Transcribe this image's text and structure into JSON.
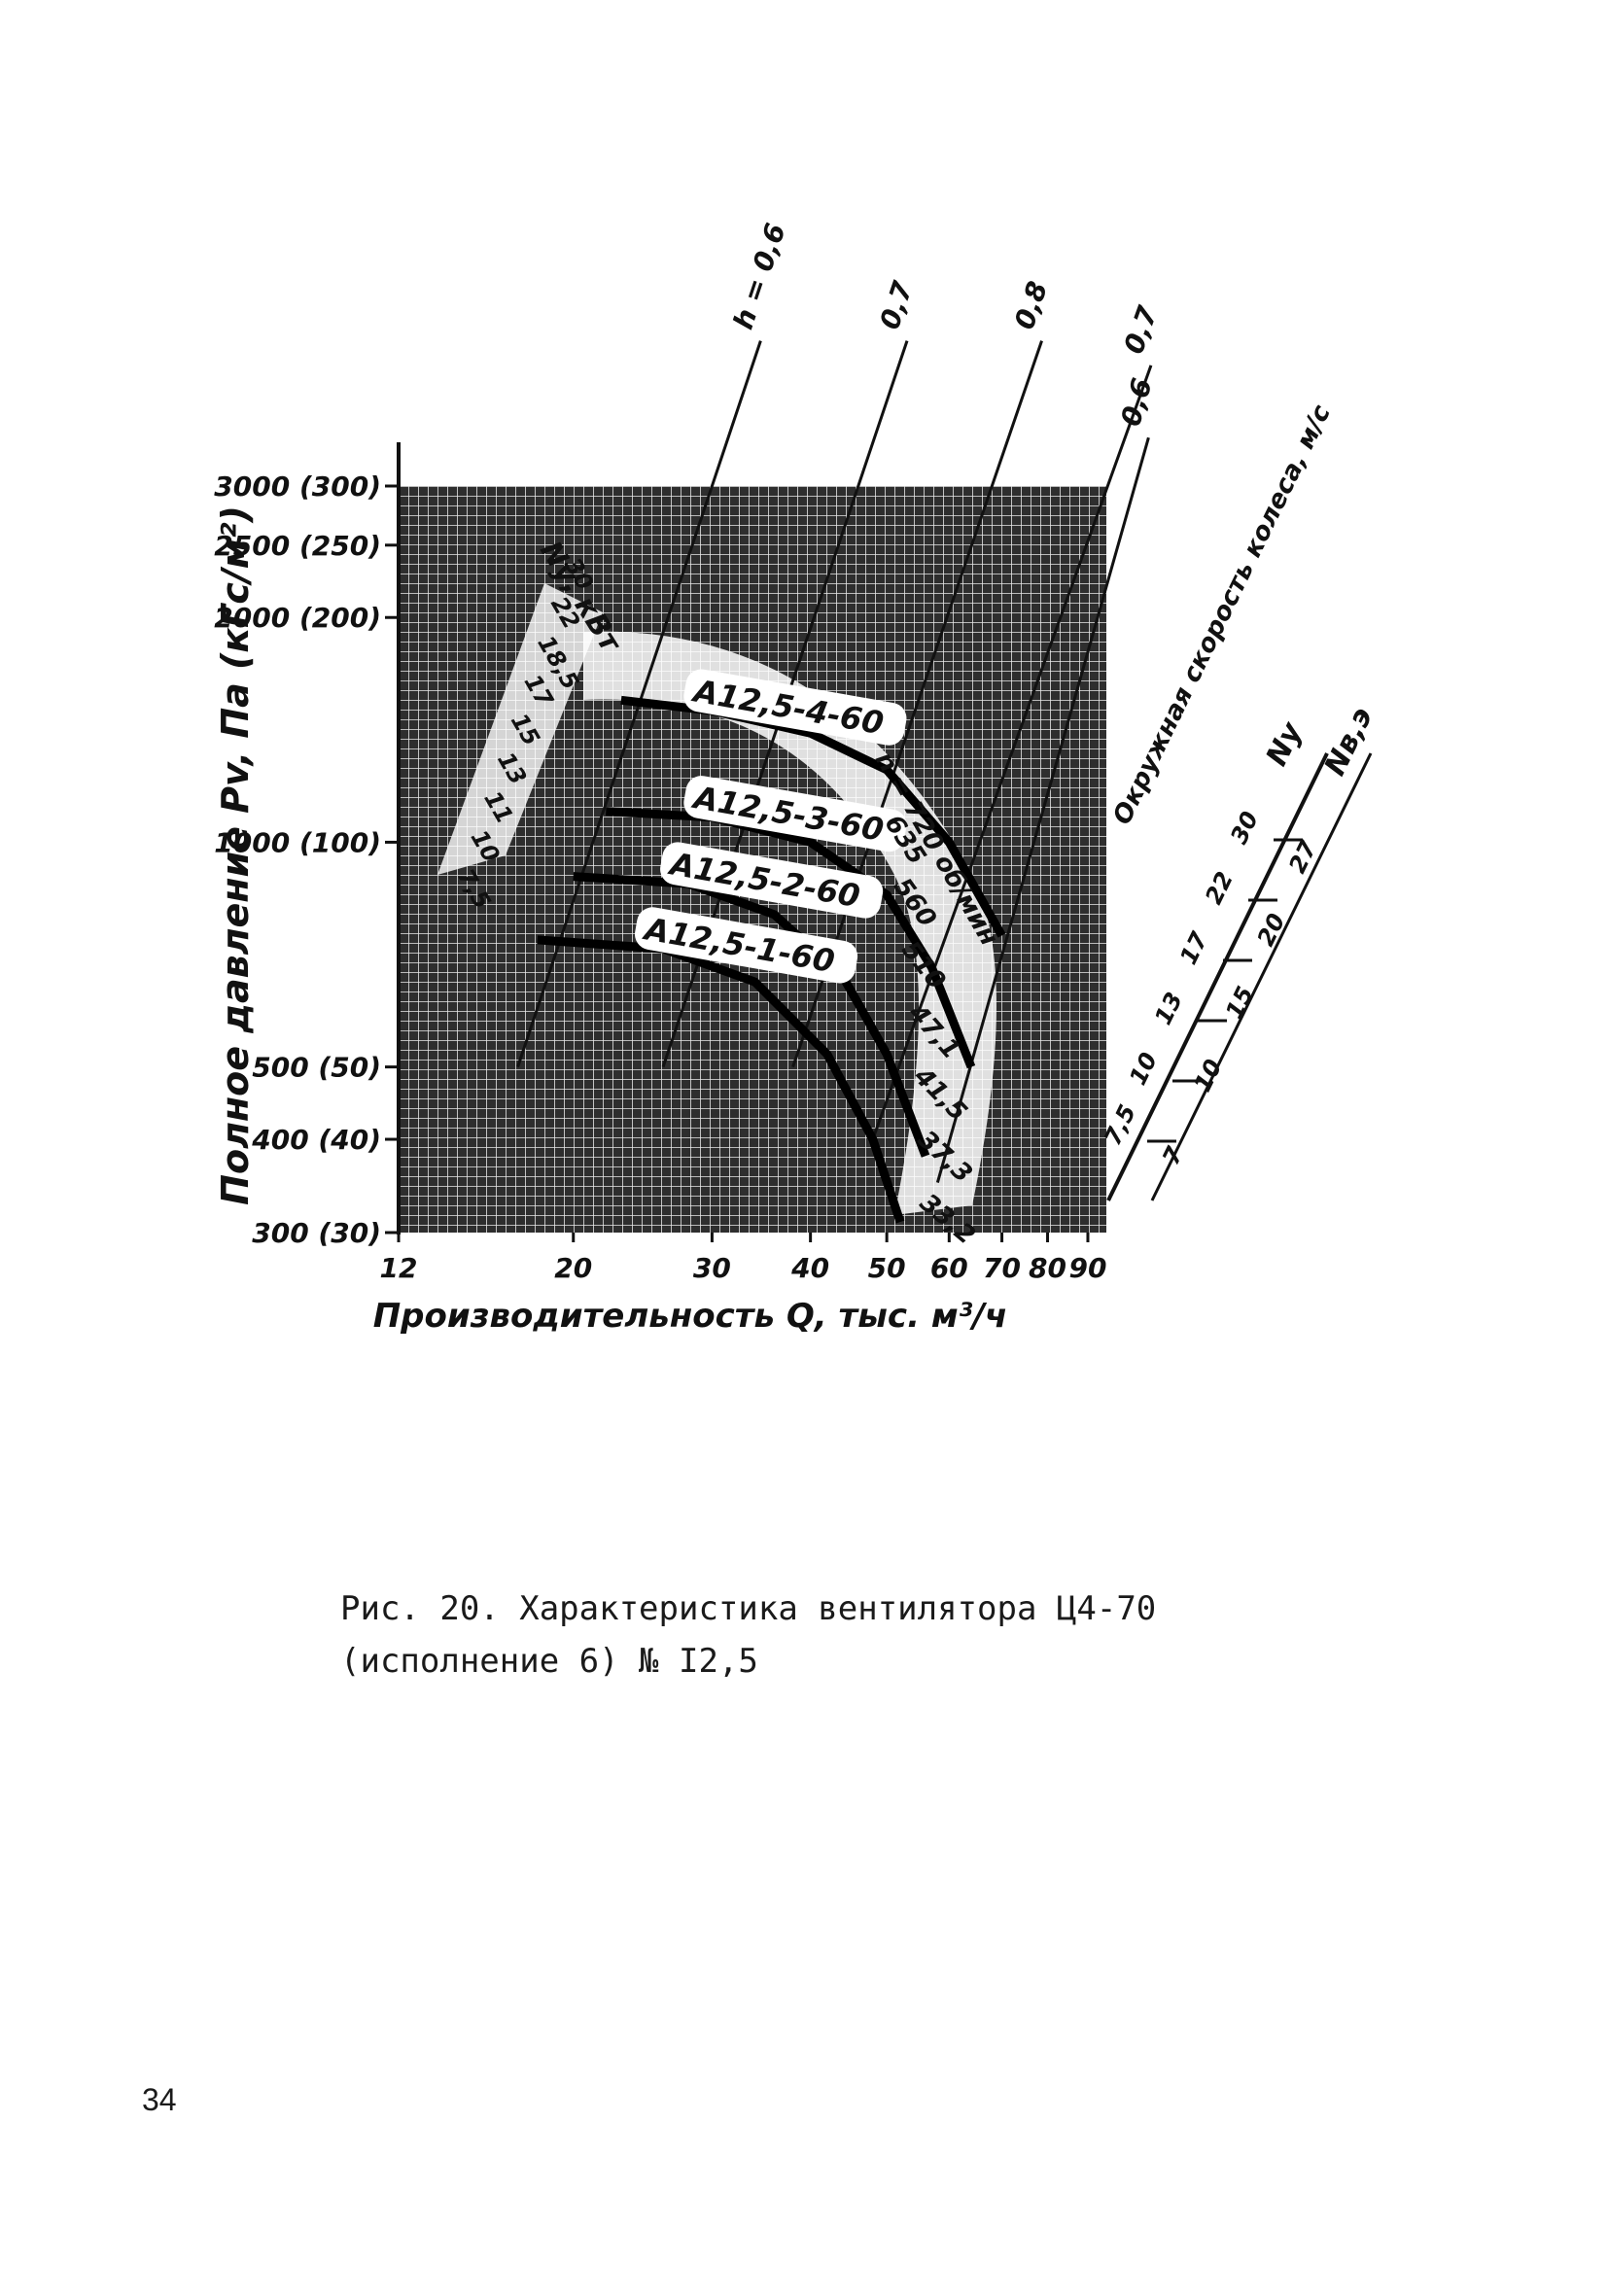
{
  "caption": {
    "line1": "Рис. 20. Характеристика вентилятора Ц4-70",
    "line2": "(исполнение 6) № I2,5"
  },
  "page_number": "34",
  "chart_data": {
    "type": "line",
    "scale": "log-log",
    "grid": true,
    "ylabel": "Полное давление  Pv, Па  (кГс/м²)",
    "xlabel": "Производительность  Q, тыс. м³/ч",
    "x_ticks": [
      "12",
      "20",
      "30",
      "40",
      "50",
      "60",
      "70",
      "80",
      "90"
    ],
    "x_tick_values": [
      12,
      20,
      30,
      40,
      50,
      60,
      70,
      80,
      90
    ],
    "y_ticks": [
      "300 (30)",
      "400 (40)",
      "500 (50)",
      "1000 (100)",
      "2000 (200)",
      "2500 (250)",
      "3000 (300)"
    ],
    "y_tick_values": [
      300,
      400,
      500,
      1000,
      2000,
      2500,
      3000
    ],
    "xlim": [
      12,
      95
    ],
    "ylim": [
      300,
      3000
    ],
    "efficiency_lines": [
      {
        "label": "h = 0,6",
        "x": [
          17.0,
          30.0
        ],
        "y": [
          500,
          3000
        ]
      },
      {
        "label": "0,7",
        "x": [
          26.0,
          46.0
        ],
        "y": [
          500,
          3000
        ]
      },
      {
        "label": "0,8",
        "x": [
          38.0,
          68.0
        ],
        "y": [
          500,
          3000
        ]
      },
      {
        "label": "0,7",
        "x": [
          48.0,
          92.0
        ],
        "y": [
          400,
          2700
        ]
      },
      {
        "label": "0,6",
        "x": [
          58.0,
          95.0
        ],
        "y": [
          350,
          2200
        ]
      }
    ],
    "power_scale_label": "Nу, кВт",
    "power_labels": [
      "30",
      "22",
      "18,5",
      "17",
      "15",
      "13",
      "11",
      "10",
      "7,5"
    ],
    "series": [
      {
        "name": "А12,5-4-60",
        "x": [
          23,
          30,
          40,
          50,
          60,
          70
        ],
        "y": [
          1550,
          1500,
          1400,
          1250,
          1000,
          750
        ]
      },
      {
        "name": "А12,5-3-60",
        "x": [
          22,
          30,
          40,
          50,
          57,
          64
        ],
        "y": [
          1100,
          1080,
          1000,
          850,
          680,
          500
        ]
      },
      {
        "name": "А12,5-2-60",
        "x": [
          20,
          28,
          36,
          44,
          50,
          56
        ],
        "y": [
          900,
          880,
          800,
          660,
          520,
          380
        ]
      },
      {
        "name": "А12,5-1-60",
        "x": [
          18,
          26,
          34,
          42,
          48,
          52
        ],
        "y": [
          740,
          720,
          650,
          520,
          400,
          310
        ]
      }
    ],
    "speed_labels": [
      "n = 720 об/мин",
      "635",
      "560",
      "510",
      "47,1",
      "41,5",
      "37,3",
      "33,2"
    ],
    "tip_speed_label": "Окружная скорость колеса, м/с",
    "nomogram": {
      "header_left": "Nу",
      "header_right": "Nв,э",
      "left_values": [
        "30",
        "22",
        "17",
        "13",
        "10",
        "7,5"
      ],
      "right_values": [
        "27",
        "20",
        "15",
        "10",
        "7"
      ]
    }
  }
}
